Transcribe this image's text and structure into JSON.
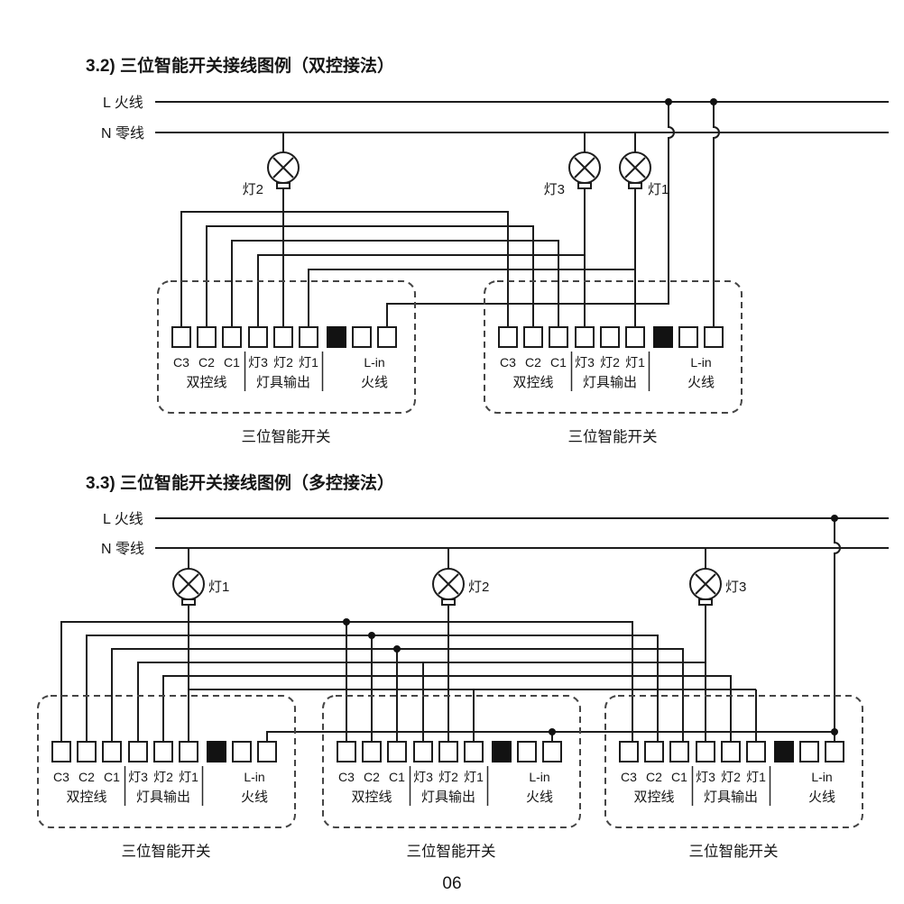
{
  "page_number": "06",
  "wire_labels": {
    "live": "L 火线",
    "neutral": "N 零线"
  },
  "switch": {
    "c3": "C3",
    "c2": "C2",
    "c1": "C1",
    "lamp3": "灯3",
    "lamp2": "灯2",
    "lamp1": "灯1",
    "lin": "L-in",
    "group_dual": "双控线",
    "group_output": "灯具输出",
    "group_live": "火线",
    "caption": "三位智能开关"
  },
  "section_dual": {
    "title": "3.2) 三位智能开关接线图例（双控接法）",
    "lamp2": "灯2",
    "lamp3": "灯3",
    "lamp1": "灯1"
  },
  "section_multi": {
    "title": "3.3) 三位智能开关接线图例（多控接法）",
    "lamp1": "灯1",
    "lamp2": "灯2",
    "lamp3": "灯3"
  }
}
